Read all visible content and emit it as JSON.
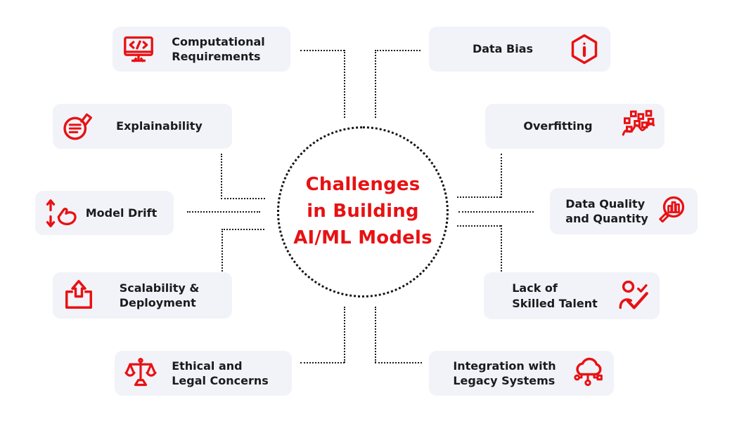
{
  "colors": {
    "accent": "#e81113",
    "card_bg": "#f2f3f8",
    "text": "#1b1b1e",
    "connector": "#1c1c1c",
    "background": "#ffffff"
  },
  "center": {
    "title": "Challenges in Building AI/ML Models",
    "lines": [
      "Challenges",
      "in Building",
      "AI/ML Models"
    ]
  },
  "cards": {
    "computational": {
      "label": "Computational Requirements",
      "lines": [
        "Computational",
        "Requirements"
      ],
      "icon": "monitor-code-icon"
    },
    "data_bias": {
      "label": "Data Bias",
      "lines": [
        "Data Bias"
      ],
      "icon": "info-hexagon-icon"
    },
    "explainability": {
      "label": "Explainability",
      "lines": [
        "Explainability"
      ],
      "icon": "annotate-circle-icon"
    },
    "overfitting": {
      "label": "Overfitting",
      "lines": [
        "Overfitting"
      ],
      "icon": "scatter-wave-icon"
    },
    "model_drift": {
      "label": "Model Drift",
      "lines": [
        "Model Drift"
      ],
      "icon": "drift-hand-arrows-icon"
    },
    "data_quality": {
      "label": "Data Quality and Quantity",
      "lines": [
        "Data Quality",
        "and Quantity"
      ],
      "icon": "magnifier-bars-icon"
    },
    "scalability": {
      "label": "Scalability & Deployment",
      "lines": [
        "Scalability &",
        "Deployment"
      ],
      "icon": "upload-box-icon"
    },
    "skilled_talent": {
      "label": "Lack of Skilled Talent",
      "lines": [
        "Lack of",
        "Skilled Talent"
      ],
      "icon": "person-check-icon"
    },
    "ethical": {
      "label": "Ethical and Legal Concerns",
      "lines": [
        "Ethical and",
        "Legal Concerns"
      ],
      "icon": "justice-scales-icon"
    },
    "integration": {
      "label": "Integration with Legacy Systems",
      "lines": [
        "Integration with",
        "Legacy Systems"
      ],
      "icon": "cloud-network-icon"
    }
  }
}
